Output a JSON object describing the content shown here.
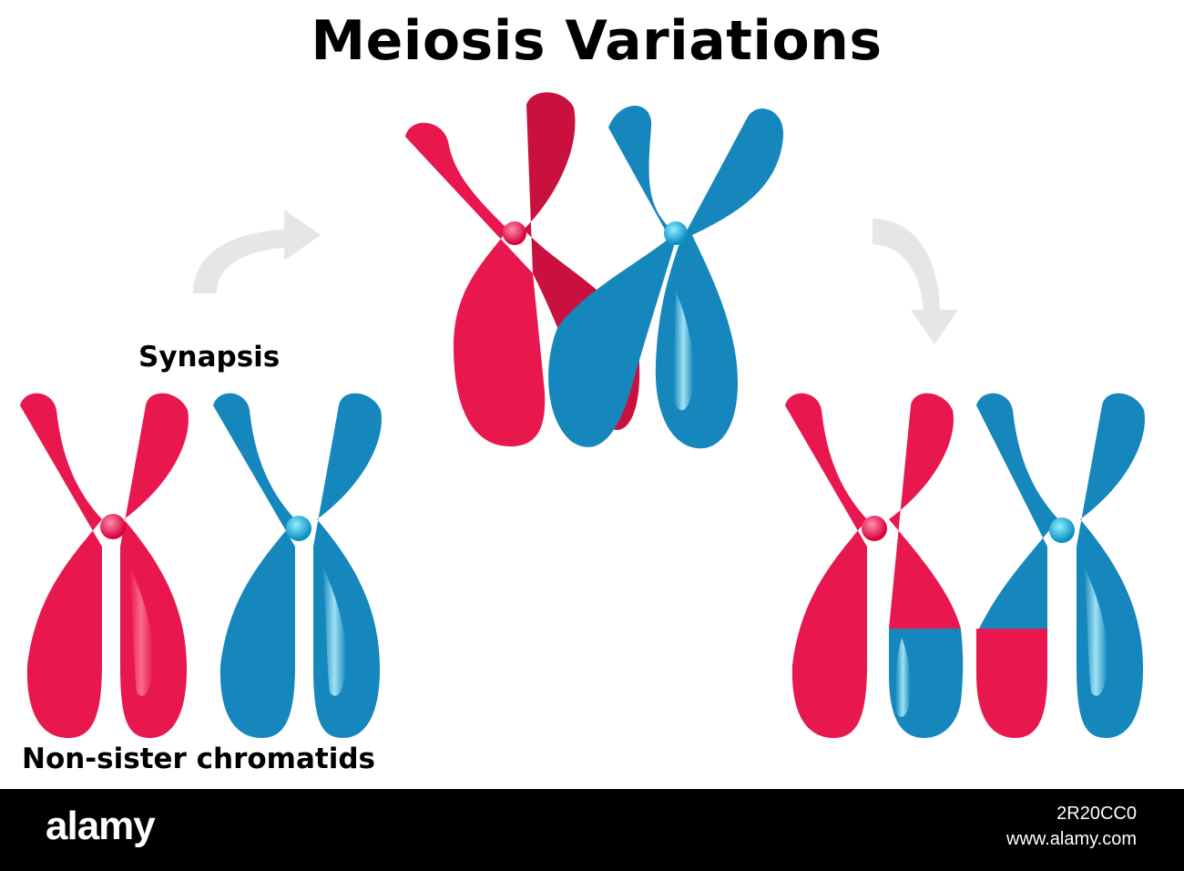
{
  "title": "Meiosis Variations",
  "labels": {
    "synapsis": "Synapsis",
    "non_sister": "Non-sister chromatids"
  },
  "colors": {
    "red_chromosome": "#e8184e",
    "blue_chromosome": "#1687bd",
    "arrow": "#e6e6e6",
    "footer": "#000000"
  },
  "footer": {
    "brand": "alamy",
    "image_id": "2R20CC0",
    "url": "www.alamy.com"
  }
}
